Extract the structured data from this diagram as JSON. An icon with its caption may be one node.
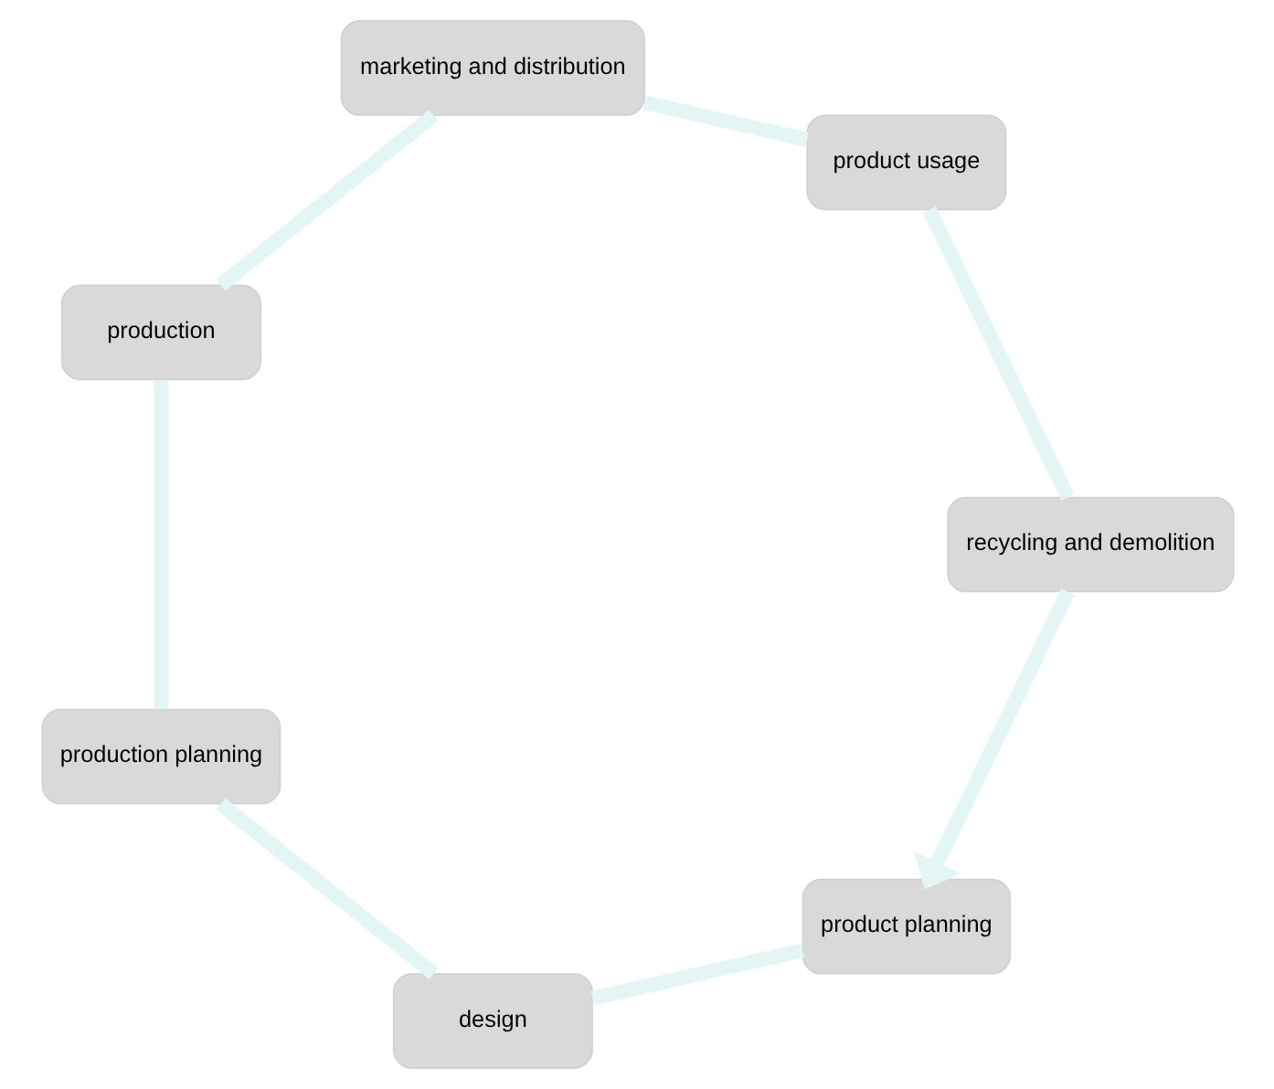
{
  "diagram": {
    "nodes": [
      {
        "text": [
          "product planning"
        ]
      },
      {
        "text": [
          "design"
        ]
      },
      {
        "text": [
          "production planning"
        ]
      },
      {
        "text": [
          "production"
        ]
      },
      {
        "text": [
          "marketing and distribution"
        ]
      },
      {
        "text": [
          "product usage"
        ]
      },
      {
        "text": [
          "recycling and demolition"
        ]
      }
    ],
    "edges": [
      {
        "from": 0,
        "to": 1,
        "arrow": "none"
      },
      {
        "from": 1,
        "to": 2,
        "arrow": "none"
      },
      {
        "from": 2,
        "to": 3,
        "arrow": "none"
      },
      {
        "from": 3,
        "to": 4,
        "arrow": "none"
      },
      {
        "from": 4,
        "to": 5,
        "arrow": "none"
      },
      {
        "from": 5,
        "to": 6,
        "arrow": "none"
      },
      {
        "from": 6,
        "to": 0,
        "arrow": "to"
      }
    ]
  }
}
